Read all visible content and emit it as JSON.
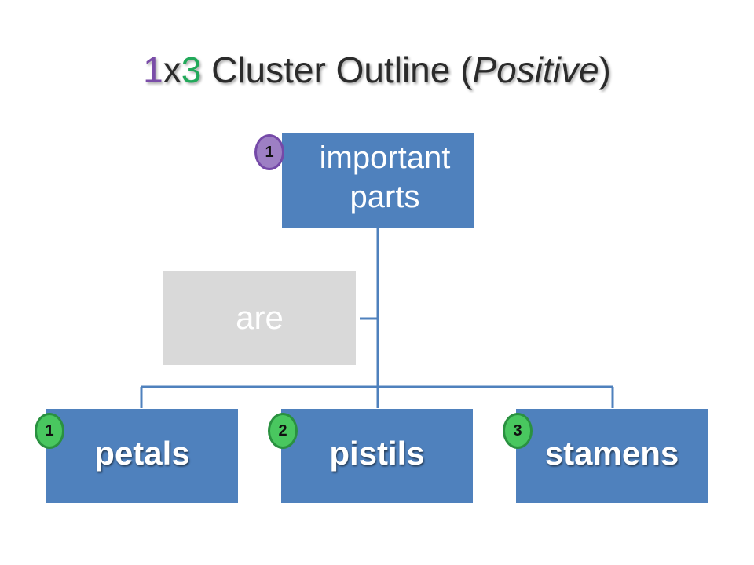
{
  "title": {
    "num_a": "1",
    "x": "x",
    "num_b": "3",
    "text": " Cluster Outline (",
    "emphasis": "Positive",
    "close": ")"
  },
  "diagram": {
    "top": {
      "label": "important parts",
      "badge": "1"
    },
    "connector_label": "are",
    "children": [
      {
        "label": "petals",
        "badge": "1"
      },
      {
        "label": "pistils",
        "badge": "2"
      },
      {
        "label": "stamens",
        "badge": "3"
      }
    ]
  },
  "colors": {
    "box": "#4f81bd",
    "connector_box": "#d9d9d9",
    "badge_purple": "#9d7fc4",
    "badge_green": "#49c75f",
    "title_num_a": "#7a4da8",
    "title_num_b": "#22a95a"
  }
}
